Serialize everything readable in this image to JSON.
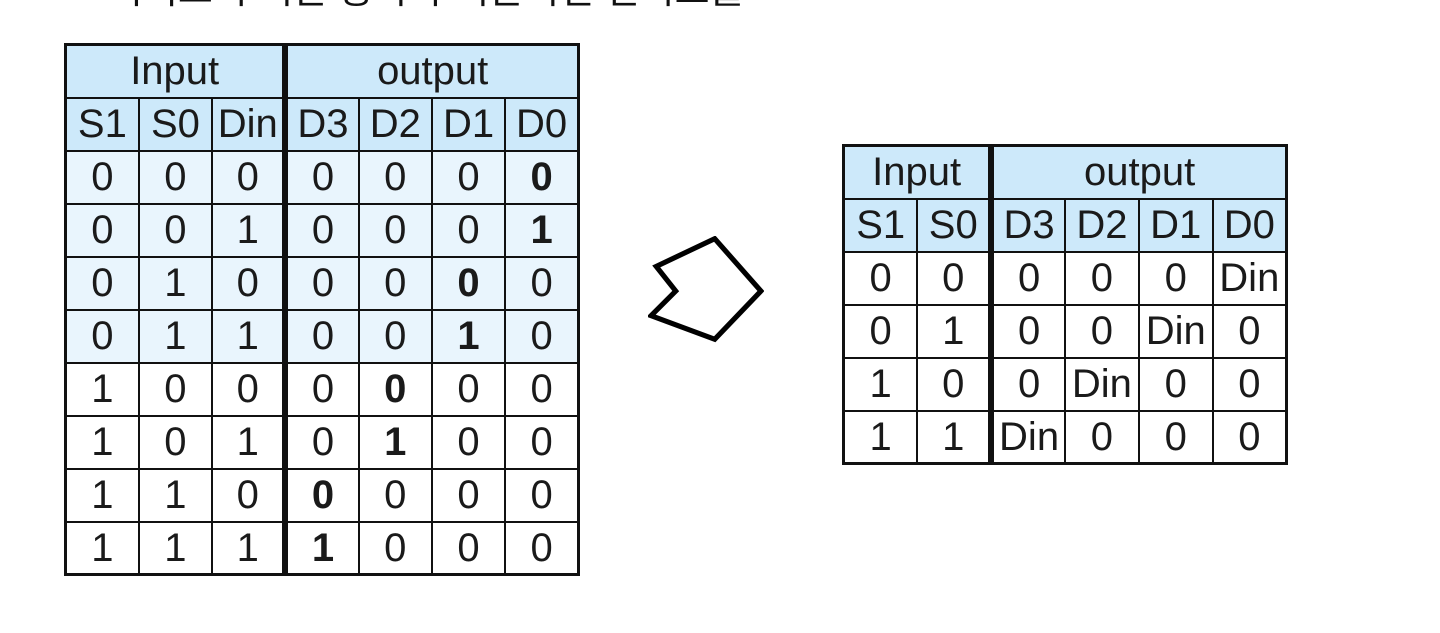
{
  "caption": {
    "text": "디먹스의 기본 동작과 기본적인 진리표를 보임"
  },
  "colors": {
    "header_blue": "#cde9fa",
    "row_blue": "#e9f5fd",
    "border": "#111111",
    "table_bg": "#ffffff"
  },
  "arrow": {
    "name": "block-arrow-right",
    "fill": "#ffffff",
    "stroke": "#000000"
  },
  "left_table": {
    "group_headers": [
      {
        "label": "Input",
        "span": 3
      },
      {
        "label": "output",
        "span": 4
      }
    ],
    "columns": [
      "S1",
      "S0",
      "Din",
      "D3",
      "D2",
      "D1",
      "D0"
    ],
    "input_cols": 3,
    "rows": [
      {
        "shaded": true,
        "cells": [
          {
            "t": "0"
          },
          {
            "t": "0"
          },
          {
            "t": "0"
          },
          {
            "t": "0"
          },
          {
            "t": "0"
          },
          {
            "t": "0"
          },
          {
            "t": "0",
            "b": true
          }
        ]
      },
      {
        "shaded": true,
        "cells": [
          {
            "t": "0"
          },
          {
            "t": "0"
          },
          {
            "t": "1"
          },
          {
            "t": "0"
          },
          {
            "t": "0"
          },
          {
            "t": "0"
          },
          {
            "t": "1",
            "b": true
          }
        ]
      },
      {
        "shaded": true,
        "cells": [
          {
            "t": "0"
          },
          {
            "t": "1"
          },
          {
            "t": "0"
          },
          {
            "t": "0"
          },
          {
            "t": "0"
          },
          {
            "t": "0",
            "b": true
          },
          {
            "t": "0"
          }
        ]
      },
      {
        "shaded": true,
        "cells": [
          {
            "t": "0"
          },
          {
            "t": "1"
          },
          {
            "t": "1"
          },
          {
            "t": "0"
          },
          {
            "t": "0"
          },
          {
            "t": "1",
            "b": true
          },
          {
            "t": "0"
          }
        ]
      },
      {
        "shaded": false,
        "cells": [
          {
            "t": "1"
          },
          {
            "t": "0"
          },
          {
            "t": "0"
          },
          {
            "t": "0"
          },
          {
            "t": "0",
            "b": true
          },
          {
            "t": "0"
          },
          {
            "t": "0"
          }
        ]
      },
      {
        "shaded": false,
        "cells": [
          {
            "t": "1"
          },
          {
            "t": "0"
          },
          {
            "t": "1"
          },
          {
            "t": "0"
          },
          {
            "t": "1",
            "b": true
          },
          {
            "t": "0"
          },
          {
            "t": "0"
          }
        ]
      },
      {
        "shaded": false,
        "cells": [
          {
            "t": "1"
          },
          {
            "t": "1"
          },
          {
            "t": "0"
          },
          {
            "t": "0",
            "b": true
          },
          {
            "t": "0"
          },
          {
            "t": "0"
          },
          {
            "t": "0"
          }
        ]
      },
      {
        "shaded": false,
        "cells": [
          {
            "t": "1"
          },
          {
            "t": "1"
          },
          {
            "t": "1"
          },
          {
            "t": "1",
            "b": true
          },
          {
            "t": "0"
          },
          {
            "t": "0"
          },
          {
            "t": "0"
          }
        ]
      }
    ]
  },
  "right_table": {
    "group_headers": [
      {
        "label": "Input",
        "span": 2
      },
      {
        "label": "output",
        "span": 4
      }
    ],
    "columns": [
      "S1",
      "S0",
      "D3",
      "D2",
      "D1",
      "D0"
    ],
    "input_cols": 2,
    "rows": [
      {
        "shaded": false,
        "cells": [
          {
            "t": "0"
          },
          {
            "t": "0"
          },
          {
            "t": "0"
          },
          {
            "t": "0"
          },
          {
            "t": "0"
          },
          {
            "t": "Din"
          }
        ]
      },
      {
        "shaded": false,
        "cells": [
          {
            "t": "0"
          },
          {
            "t": "1"
          },
          {
            "t": "0"
          },
          {
            "t": "0"
          },
          {
            "t": "Din"
          },
          {
            "t": "0"
          }
        ]
      },
      {
        "shaded": false,
        "cells": [
          {
            "t": "1"
          },
          {
            "t": "0"
          },
          {
            "t": "0"
          },
          {
            "t": "Din"
          },
          {
            "t": "0"
          },
          {
            "t": "0"
          }
        ]
      },
      {
        "shaded": false,
        "cells": [
          {
            "t": "1"
          },
          {
            "t": "1"
          },
          {
            "t": "Din"
          },
          {
            "t": "0"
          },
          {
            "t": "0"
          },
          {
            "t": "0"
          }
        ]
      }
    ]
  }
}
